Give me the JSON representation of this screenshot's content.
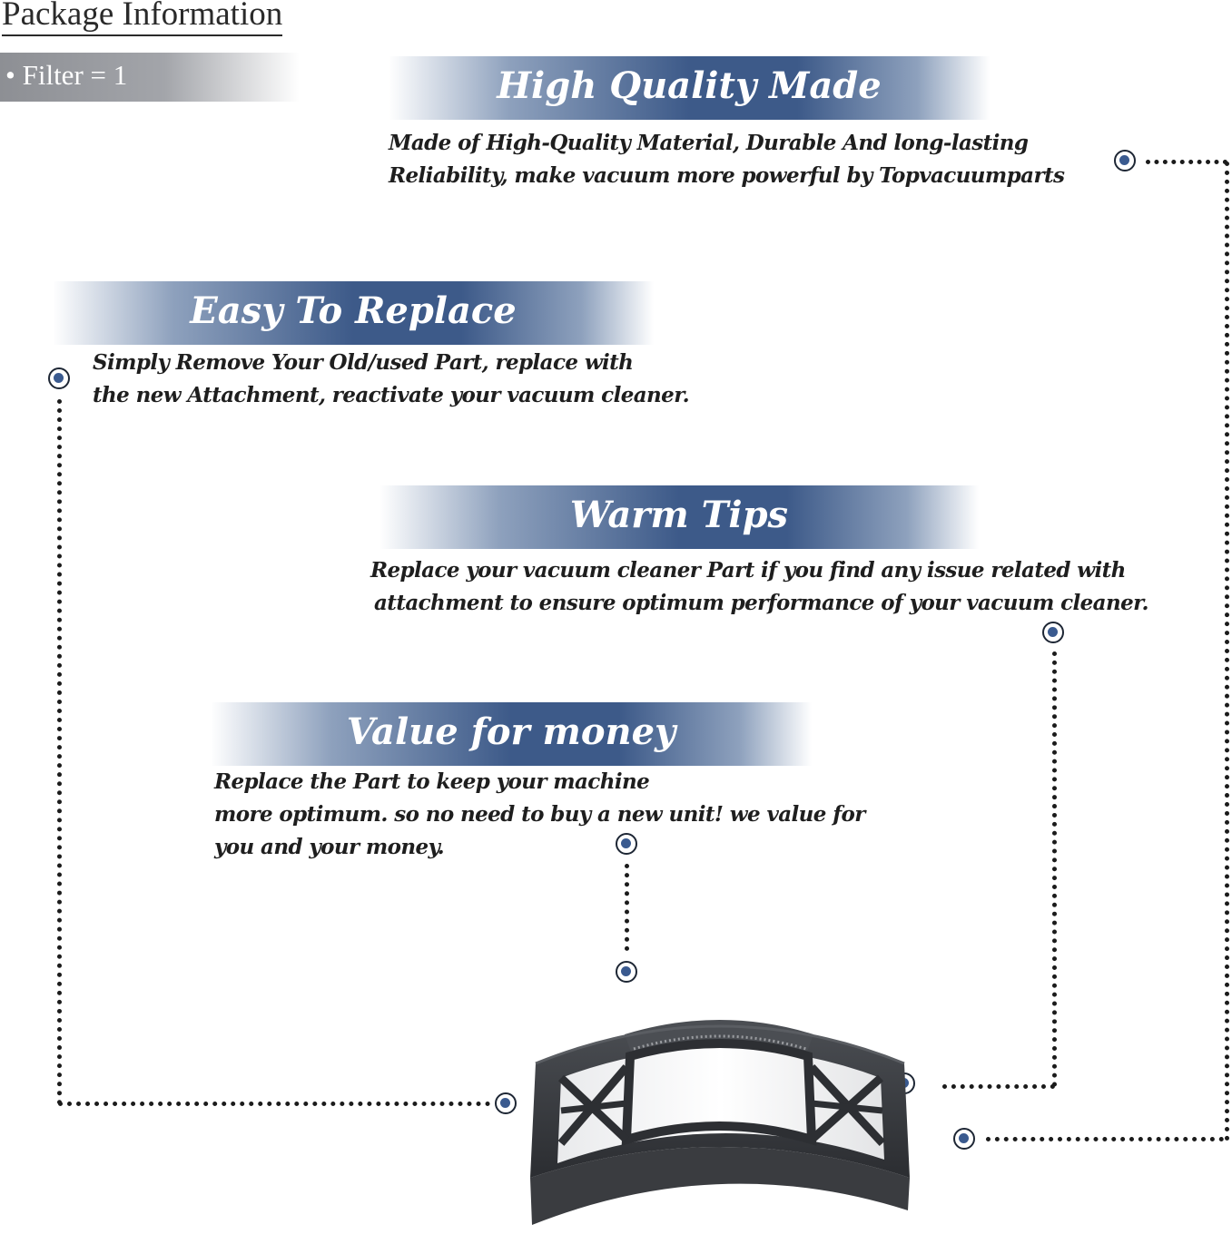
{
  "package": {
    "title": "Package Information",
    "item": "• Filter = 1"
  },
  "sections": [
    {
      "title": "High Quality Made",
      "line1": "Made of  High-Quality Material, Durable And long-lasting",
      "line2": "Reliability, make vacuum more powerful by Topvacuumparts"
    },
    {
      "title": "Easy To Replace",
      "line1": "Simply Remove Your Old/used Part, replace with",
      "line2": "the new Attachment, reactivate your vacuum cleaner."
    },
    {
      "title": "Warm Tips",
      "line1": "Replace your vacuum cleaner Part if you find any issue related with",
      "line2": "attachment to ensure optimum performance of your vacuum cleaner."
    },
    {
      "title": "Value for money",
      "line1": "Replace the Part to keep your machine",
      "line2": "more optimum. so no need to buy a new unit! we value for",
      "line3": "you and your money."
    }
  ],
  "colors": {
    "banner_blue": "#3d5a89",
    "marker_blue": "#3a5a8f"
  },
  "icons": {
    "marker": "connector-dot-icon",
    "product": "vacuum-filter-image"
  }
}
